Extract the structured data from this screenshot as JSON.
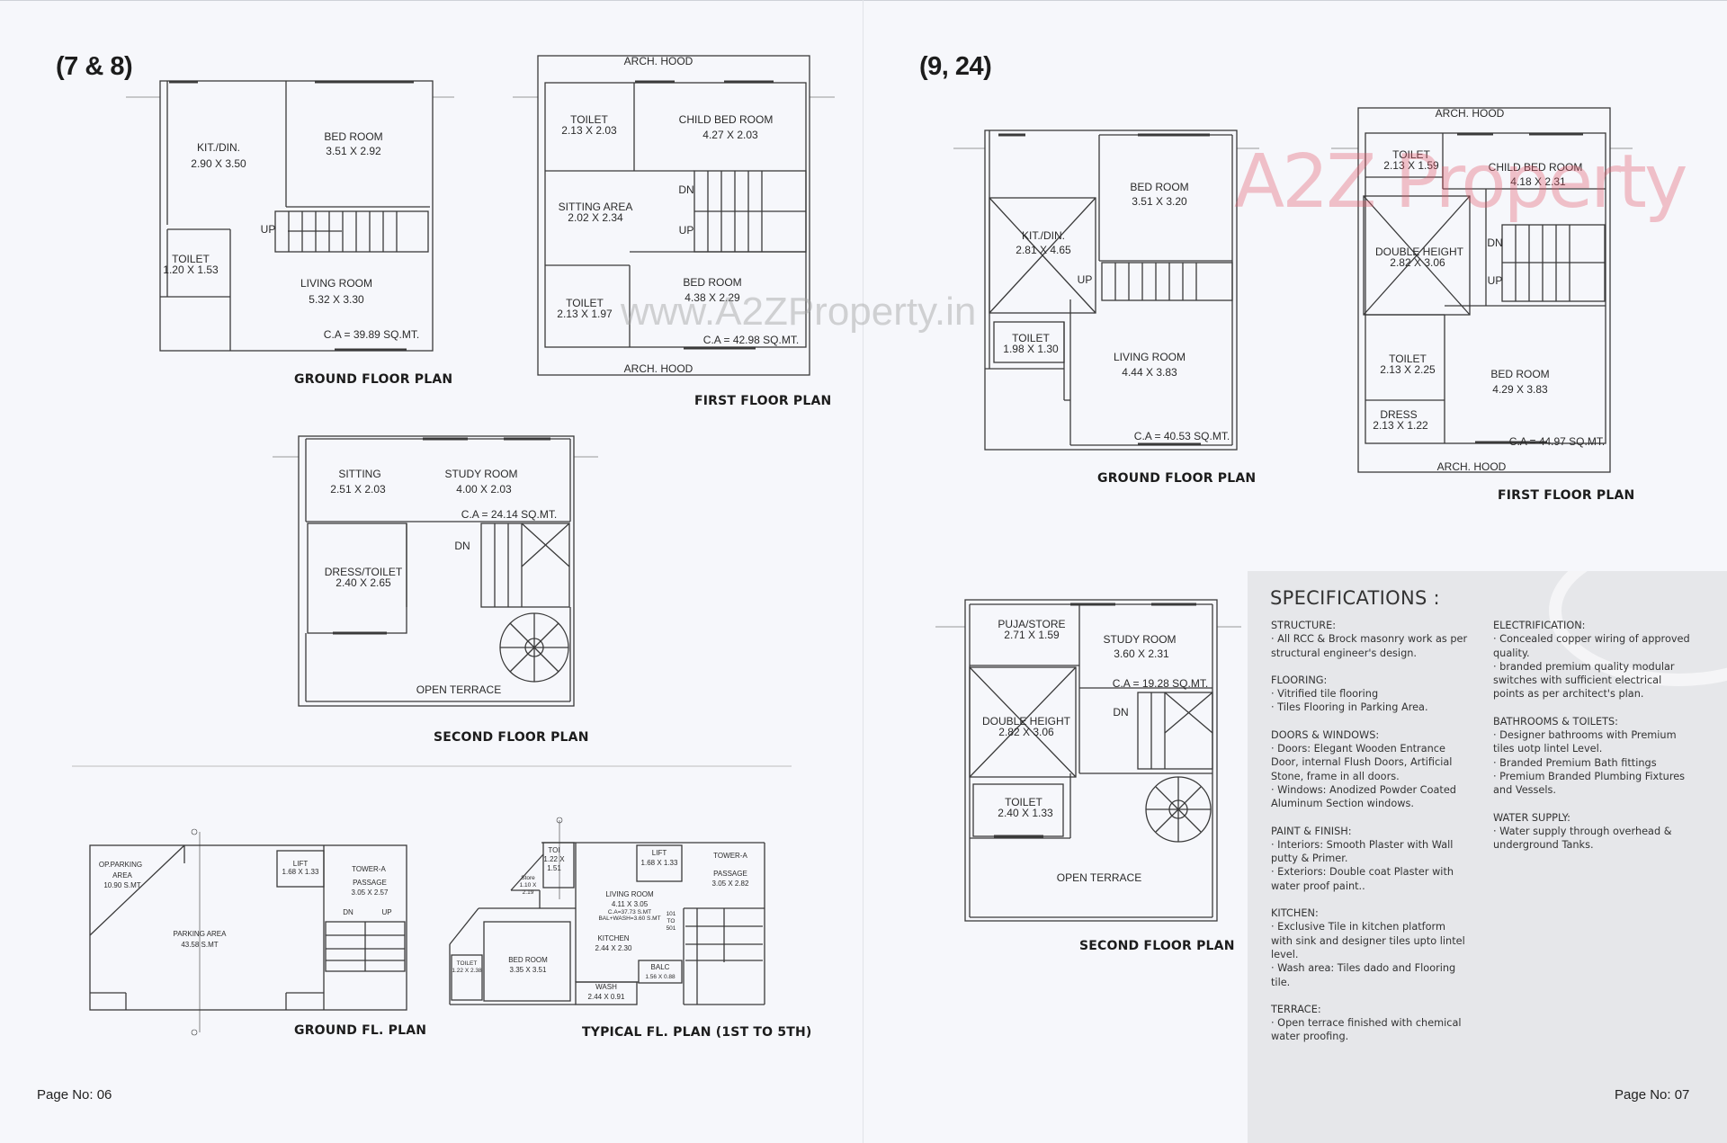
{
  "left_page": {
    "heading": "(7 & 8)",
    "plan_titles": {
      "ground": "GROUND FLOOR PLAN",
      "first": "FIRST FLOOR PLAN",
      "second": "SECOND FLOOR PLAN",
      "tower_ground": "GROUND FL. PLAN",
      "tower_typical": "TYPICAL FL. PLAN (1ST TO 5TH)"
    },
    "page_no": "Page No: 06"
  },
  "right_page": {
    "heading": "(9, 24)",
    "plan_titles": {
      "ground": "GROUND FLOOR PLAN",
      "first": "FIRST FLOOR PLAN",
      "second": "SECOND FLOOR PLAN"
    },
    "page_no": "Page No: 07"
  },
  "plan_labels": {
    "arch_hood": "ARCH. HOOD",
    "up": "UP",
    "dn": "DN",
    "open_terrace": "OPEN TERRACE",
    "g78": {
      "kit": "KIT./DIN.",
      "kit_d": "2.90 X 3.50",
      "bed": "BED ROOM",
      "bed_d": "3.51 X 2.92",
      "toilet": "TOILET",
      "toilet_d": "1.20 X 1.53",
      "living": "LIVING ROOM",
      "living_d": "5.32 X 3.30",
      "ca": "C.A = 39.89 SQ.MT."
    },
    "f78": {
      "toilet1": "TOILET",
      "toilet1_d": "2.13 X 2.03",
      "child": "CHILD BED ROOM",
      "child_d": "4.27 X 2.03",
      "sitting": "SITTING AREA",
      "sitting_d": "2.02 X 2.34",
      "toilet2": "TOILET",
      "toilet2_d": "2.13 X 1.97",
      "bed": "BED ROOM",
      "bed_d": "4.38 X 2.29",
      "ca": "C.A = 42.98 SQ.MT."
    },
    "s78": {
      "sitting": "SITTING",
      "sitting_d": "2.51 X 2.03",
      "study": "STUDY ROOM",
      "study_d": "4.00 X 2.03",
      "ca": "C.A = 24.14 SQ.MT.",
      "dress": "DRESS/TOILET",
      "dress_d": "2.40 X 2.65"
    },
    "g924": {
      "bed": "BED ROOM",
      "bed_d": "3.51 X 3.20",
      "kit": "KIT./DIN.",
      "kit_d": "2.81 X 4.65",
      "toilet": "TOILET",
      "toilet_d": "1.98 X 1.30",
      "living": "LIVING ROOM",
      "living_d": "4.44 X 3.83",
      "ca": "C.A = 40.53 SQ.MT."
    },
    "f924": {
      "toilet1": "TOILET",
      "toilet1_d": "2.13 X 1.59",
      "child": "CHILD BED ROOM",
      "child_d": "4.18 X 2.31",
      "double": "DOUBLE HEIGHT",
      "double_d": "2.82 X 3.06",
      "toilet2": "TOILET",
      "toilet2_d": "2.13 X 2.25",
      "bed": "BED ROOM",
      "bed_d": "4.29 X 3.83",
      "dress": "DRESS",
      "dress_d": "2.13 X 1.22",
      "ca": "C.A = 44.97 SQ.MT."
    },
    "s924": {
      "puja": "PUJA/STORE",
      "puja_d": "2.71 X 1.59",
      "study": "STUDY ROOM",
      "study_d": "3.60 X 2.31",
      "ca": "C.A = 19.28 SQ.MT.",
      "double": "DOUBLE HEIGHT",
      "double_d": "2.82 X 3.06",
      "toilet": "TOILET",
      "toilet_d": "2.40 X 1.33"
    },
    "tower_g": {
      "op1": "OP.PARKING",
      "op2": "AREA",
      "op3": "10.90 S.MT",
      "lift": "LIFT",
      "lift_d": "1.68 X 1.33",
      "tower": "TOWER-A",
      "passage": "PASSAGE",
      "passage_d": "3.05 X 2.57",
      "parking": "PARKING AREA",
      "parking_d": "43.58 S.MT"
    },
    "tower_t": {
      "toi": "TOI",
      "toi_d1": "1.22 X",
      "toi_d2": "1.51",
      "lift": "LIFT",
      "lift_d": "1.68 X 1.33",
      "tower": "TOWER-A",
      "passage": "PASSAGE",
      "passage_d": "3.05 X 2.82",
      "store": "Store",
      "store_d1": "1.10 X",
      "store_d2": "2.19",
      "living": "LIVING ROOM",
      "living_d": "4.11 X 3.05",
      "ca": "C.A=37.73 S.MT",
      "bal": "BAL+WASH=3.60 S.MT",
      "kitchen": "KITCHEN",
      "kitchen_d": "2.44 X 2.30",
      "units1": "101",
      "units2": "TO",
      "units3": "501",
      "bed": "BED ROOM",
      "bed_d": "3.35 X 3.51",
      "toilet": "TOILET",
      "toilet_d": "1.22 X 2.38",
      "balc": "BALC",
      "balc_d": "1.56 X 0.88",
      "wash": "WASH",
      "wash_d": "2.44 X 0.91"
    }
  },
  "watermark": {
    "logo": "A2Z Property",
    "url": "www.A2ZProperty.in"
  },
  "specifications": {
    "title": "SPECIFICATIONS :",
    "left_column": [
      {
        "heading": "STRUCTURE:",
        "body": "· All RCC & Brock masonry work as per structural engineer's design."
      },
      {
        "heading": "FLOORING:",
        "body": "· Vitrified tile flooring\n· Tiles Flooring in Parking Area."
      },
      {
        "heading": "DOORS & WINDOWS:",
        "body": "· Doors: Elegant Wooden Entrance Door, internal Flush Doors, Artificial Stone, frame in all doors.\n· Windows: Anodized Powder Coated Aluminum Section windows."
      },
      {
        "heading": "PAINT & FINISH:",
        "body": "· Interiors: Smooth Plaster with Wall putty & Primer.\n· Exteriors: Double coat Plaster with water proof paint.."
      },
      {
        "heading": "KITCHEN:",
        "body": "· Exclusive Tile in kitchen platform with sink and designer tiles upto lintel level.\n· Wash area: Tiles dado and Flooring tile."
      },
      {
        "heading": "TERRACE:",
        "body": "· Open terrace finished with chemical water proofing."
      }
    ],
    "right_column": [
      {
        "heading": "ELECTRIFICATION:",
        "body": "· Concealed copper wiring of approved quality.\n· branded premium quality modular switches with sufficient electrical points as per architect's plan."
      },
      {
        "heading": "BATHROOMS & TOILETS:",
        "body": "· Designer bathrooms with Premium tiles uotp lintel Level.\n· Branded Premium Bath fittings\n· Premium Branded Plumbing Fixtures and Vessels."
      },
      {
        "heading": "WATER SUPPLY:",
        "body": "· Water supply through overhead & underground Tanks."
      }
    ]
  },
  "colors": {
    "wall": "#3a3a3a",
    "spec_panel": "#e6e7ea",
    "logo_red": "#e35a6a",
    "logo_green": "#5bbf6a",
    "logo_blue": "#6aa0e8",
    "logo_orange": "#f3a34a"
  }
}
